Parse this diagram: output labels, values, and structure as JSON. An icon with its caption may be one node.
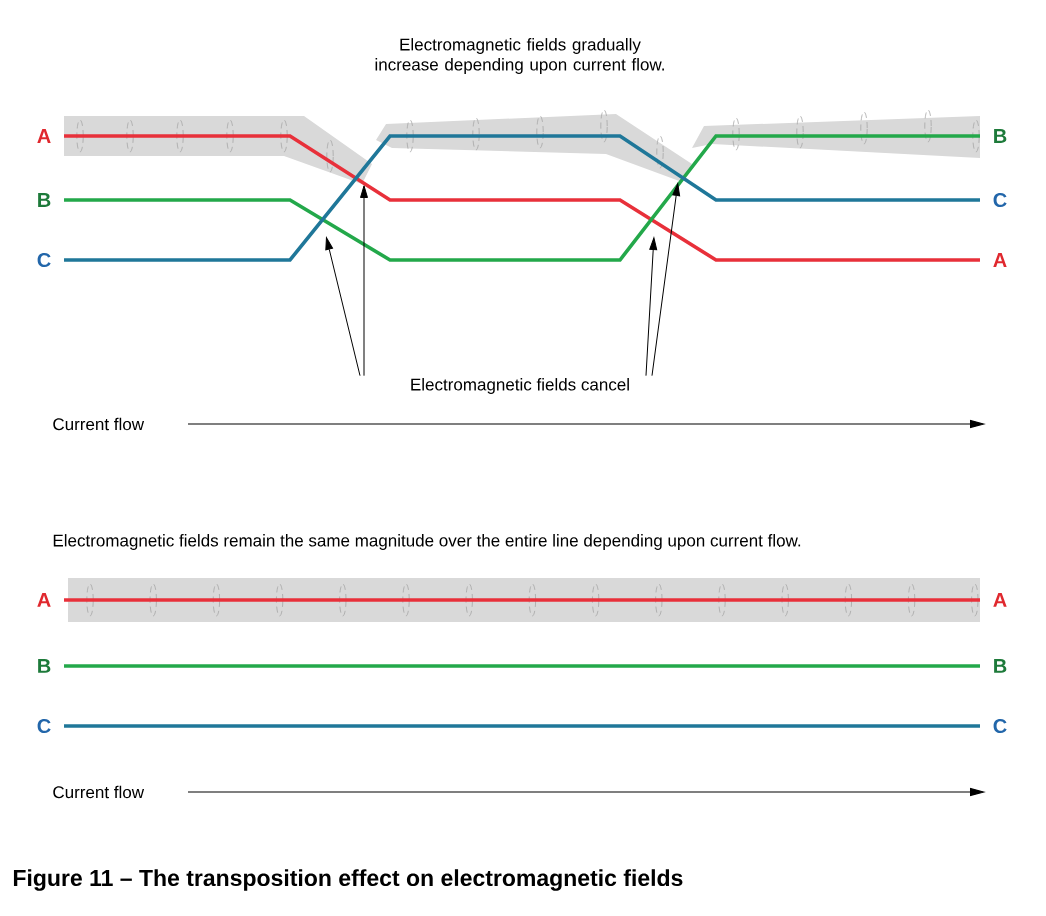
{
  "diagram": {
    "caption": "Figure 11 – The transposition effect on electromagnetic fields",
    "nodes": [
      {
        "text": [
          "Electromagnetic fields cancel"
        ]
      },
      {
        "text": [],
        "shape": "band"
      },
      {
        "text": [],
        "shape": "band"
      },
      {
        "text": [],
        "shape": "band"
      },
      {
        "text": [],
        "shape": "band"
      }
    ],
    "edges": [
      {
        "from": 0,
        "to": null,
        "arrow": "to"
      },
      {
        "from": 0,
        "to": 1,
        "arrow": "to"
      },
      {
        "from": 0,
        "to": null,
        "arrow": "to"
      },
      {
        "from": 0,
        "to": 2,
        "arrow": "to"
      }
    ],
    "labels": [
      "Electromagnetic fields gradually increase depending upon current flow.",
      "A",
      "B",
      "B",
      "C",
      "C",
      "A",
      "Current flow",
      "Electromagnetic fields remain the same magnitude over the entire line depending upon current flow.",
      "A",
      "A",
      "B",
      "B",
      "C",
      "C",
      "Current flow"
    ]
  }
}
